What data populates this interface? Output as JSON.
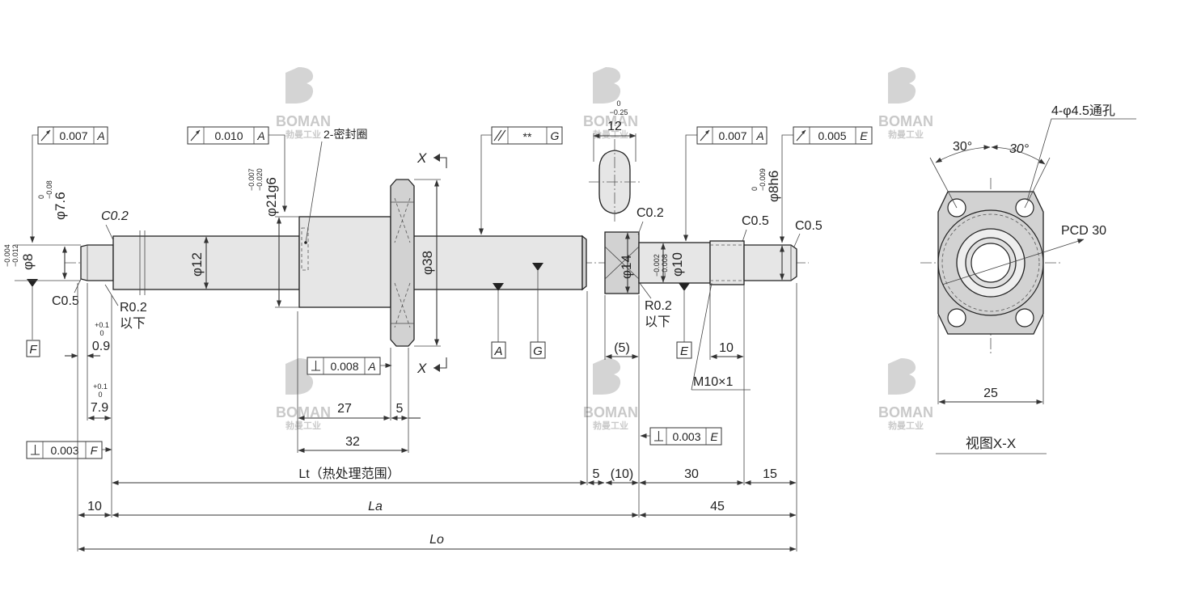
{
  "watermark": {
    "brand": "BOMAN",
    "subtitle": "勃曼工业"
  },
  "dimensions": {
    "phi8": "φ8",
    "phi8_tol_upper": "−0.004",
    "phi8_tol_lower": "−0.012",
    "phi7_6": "φ7.6",
    "phi7_6_tol_upper": "0",
    "phi7_6_tol_lower": "−0.08",
    "phi21g6": "φ21g6",
    "phi21_tol_upper": "−0.007",
    "phi21_tol_lower": "−0.020",
    "phi12": "φ12",
    "phi38": "φ38",
    "phi14": "φ14",
    "phi10": "φ10",
    "phi10_tol_upper": "−0.002",
    "phi10_tol_lower": "−0.008",
    "phi8h6": "φ8h6",
    "phi8h6_tol_upper": "0",
    "phi8h6_tol_lower": "−0.009",
    "width12": "12",
    "width12_tol_upper": "0",
    "width12_tol_lower": "−0.25",
    "c02_left": "C0.2",
    "c05_left": "C0.5",
    "c02_right": "C0.2",
    "c05_mid": "C0.5",
    "c05_right": "C0.5",
    "r02_left": "R0.2",
    "r02_left_note": "以下",
    "r02_right": "R0.2",
    "r02_right_note": "以下",
    "len0_9": "0.9",
    "len0_9_tol_upper": "+0.1",
    "len0_9_tol_lower": "0",
    "len7_9": "7.9",
    "len7_9_tol_upper": "+0.1",
    "len7_9_tol_lower": "0",
    "len27": "27",
    "len5_flange": "5",
    "len32": "32",
    "len5_paren": "(5)",
    "len10_thread": "10",
    "thread": "M10×1",
    "seal": "2-密封圈",
    "lt": "Lt（热处理范围）",
    "len5_chain": "5",
    "len10_chain": "(10)",
    "len30_chain": "30",
    "len15_chain": "15",
    "len10_end": "10",
    "la": "La",
    "len45": "45",
    "lo": "Lo"
  },
  "tolerance_frames": {
    "runout_left": {
      "value": "0.007",
      "datum": "A"
    },
    "runout_nut": {
      "value": "0.010",
      "datum": "A"
    },
    "runout_nut_body": {
      "value": "**",
      "datum": "G"
    },
    "runout_right": {
      "value": "0.007",
      "datum": "A"
    },
    "runout_end": {
      "value": "0.005",
      "datum": "E"
    },
    "perp_flange": {
      "value": "0.008",
      "datum": "A"
    },
    "perp_step": {
      "value": "0.003",
      "datum": "E"
    },
    "perp_left": {
      "value": "0.003",
      "datum": "F"
    }
  },
  "datums": {
    "f": "F",
    "a": "A",
    "g": "G",
    "e": "E"
  },
  "section": {
    "marker_top": "X",
    "marker_bottom": "X",
    "title": "视图X-X"
  },
  "flange_view": {
    "holes": "4-φ4.5通孔",
    "angle_left": "30°",
    "angle_right": "30°",
    "pcd": "PCD 30",
    "width": "25"
  }
}
